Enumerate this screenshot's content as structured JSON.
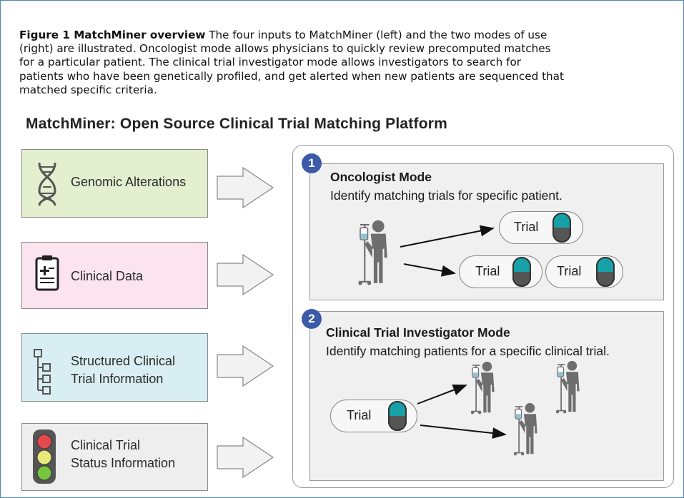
{
  "caption": {
    "bold": "Figure 1 MatchMiner overview",
    "line1_rest": " The four inputs to MatchMiner (left) and the two modes of use",
    "line2": "(right) are illustrated. Oncologist mode allows physicians to quickly review precomputed matches",
    "line3": "for a particular patient. The clinical trial investigator mode allows investigators to search for",
    "line4": "patients who have been genetically profiled, and get alerted when new patients are sequenced that",
    "line5": "matched specific criteria."
  },
  "title": "MatchMiner:  Open Source Clinical Trial Matching Platform",
  "inputs": [
    {
      "line1": "Genomic Alterations",
      "line2": "",
      "icon": "dna-icon",
      "color": "#e3efcf"
    },
    {
      "line1": "Clinical Data",
      "line2": "",
      "icon": "clipboard-icon",
      "color": "#fbe4f0"
    },
    {
      "line1": "Structured Clinical",
      "line2": "Trial Information",
      "icon": "tree-icon",
      "color": "#d8eef2"
    },
    {
      "line1": "Clinical Trial",
      "line2": "Status Information",
      "icon": "traffic-light-icon",
      "color": "#eeeeee"
    }
  ],
  "modes": [
    {
      "number": "1",
      "title": "Oncologist Mode",
      "description": "Identify matching trials for specific patient."
    },
    {
      "number": "2",
      "title": "Clinical Trial Investigator Mode",
      "description": "Identify matching patients for a specific clinical trial."
    }
  ],
  "trial_label": "Trial",
  "colors": {
    "accent_teal": "#17a0a8",
    "badge_blue": "#3b5aa8",
    "frame_blue": "#4f86b6",
    "figure_gray": "#6e6e6e"
  }
}
